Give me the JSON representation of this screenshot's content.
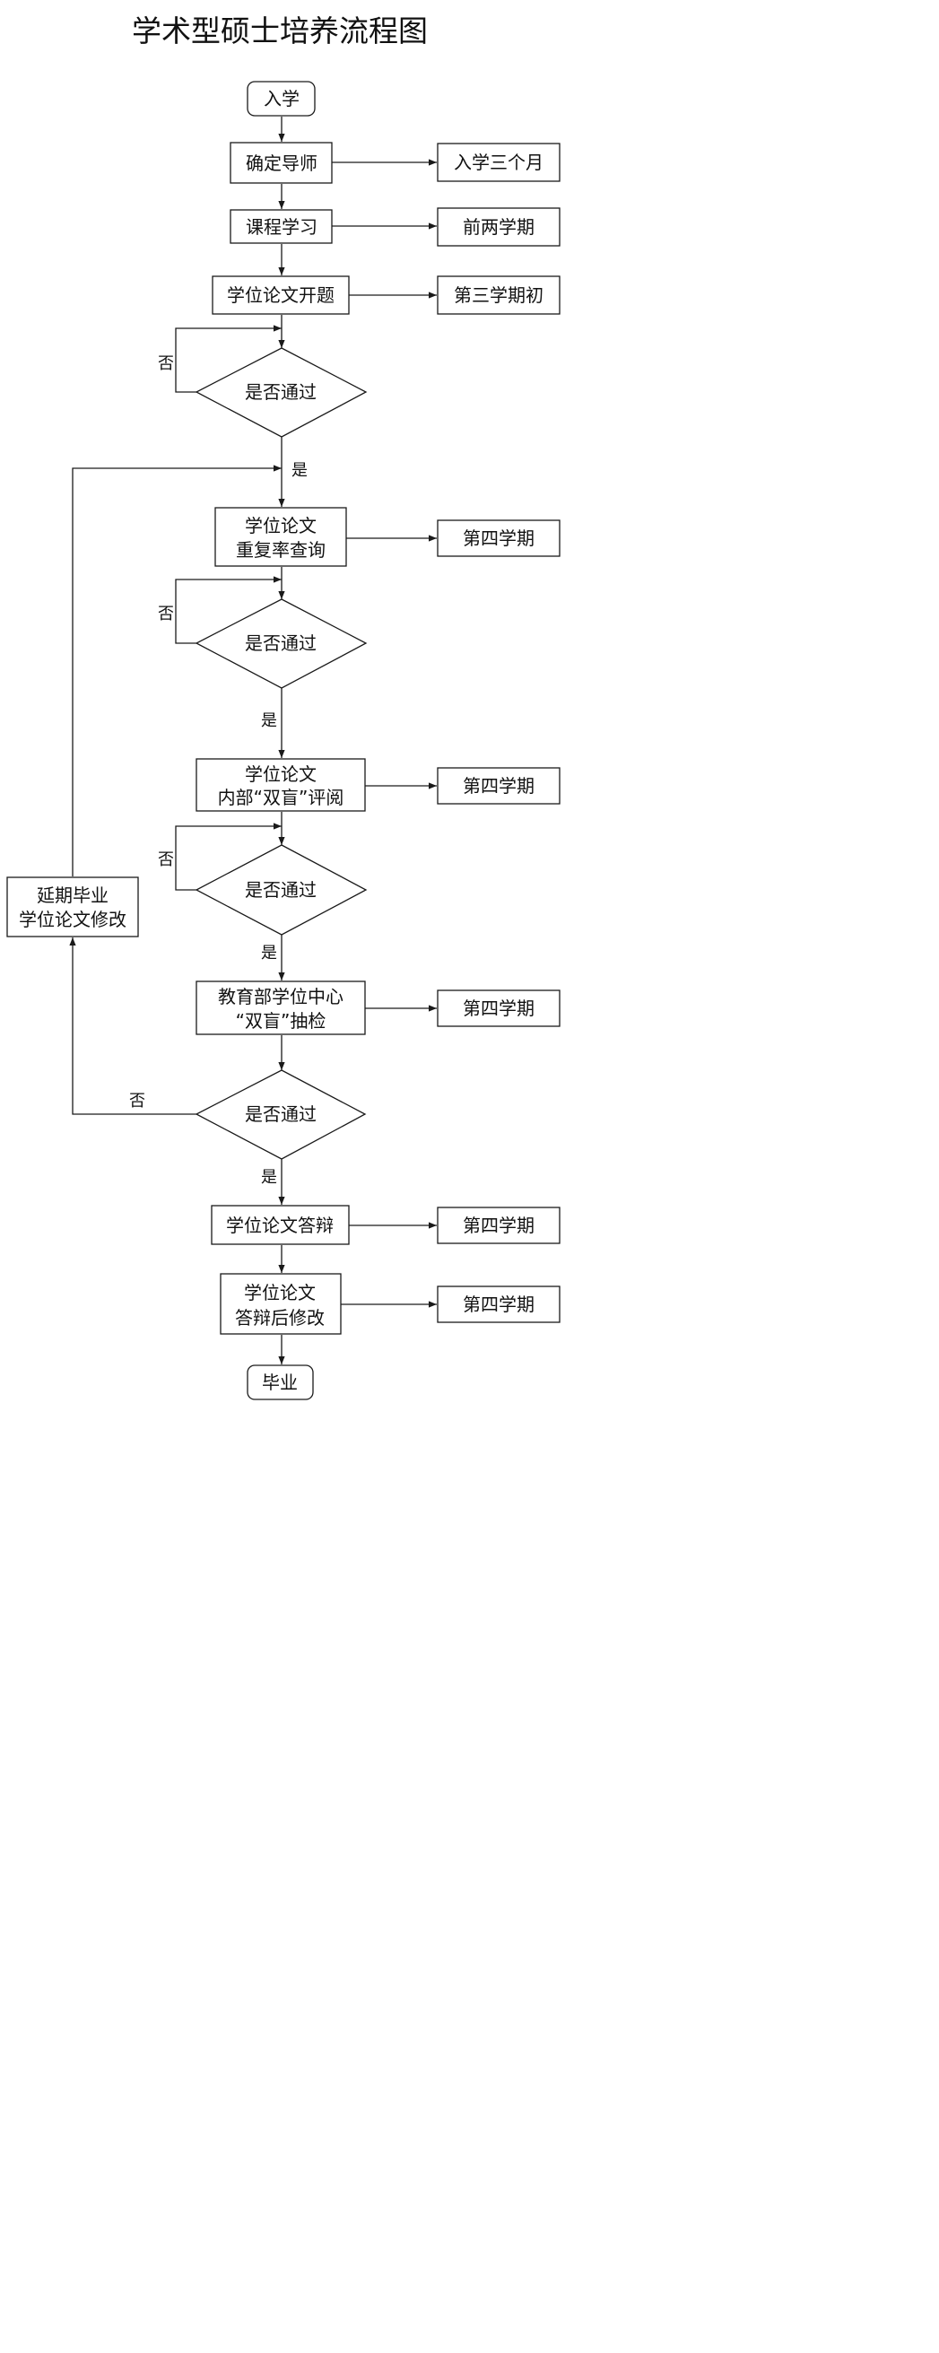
{
  "title": "学术型硕士培养流程图",
  "nodes": {
    "start": "入学",
    "confirm_advisor": "确定导师",
    "coursework": "课程学习",
    "proposal": "学位论文开题",
    "decision_1": "是否通过",
    "plagiarism_check": [
      "学位论文",
      "重复率查询"
    ],
    "decision_2": "是否通过",
    "internal_review": [
      "学位论文",
      "内部“双盲”评阅"
    ],
    "decision_3": "是否通过",
    "ministry_check": [
      "教育部学位中心",
      "“双盲”抽检"
    ],
    "decision_4": "是否通过",
    "defense": "学位论文答辩",
    "revision_after_defense": [
      "学位论文",
      "答辩后修改"
    ],
    "end": "毕业",
    "delay": [
      "延期毕业",
      "学位论文修改"
    ]
  },
  "timing": {
    "confirm_advisor": "入学三个月",
    "coursework": "前两学期",
    "proposal": "第三学期初",
    "plagiarism_check": "第四学期",
    "internal_review": "第四学期",
    "ministry_check": "第四学期",
    "defense": "第四学期",
    "revision_after_defense": "第四学期"
  },
  "edge_labels": {
    "yes": "是",
    "no": "否"
  }
}
